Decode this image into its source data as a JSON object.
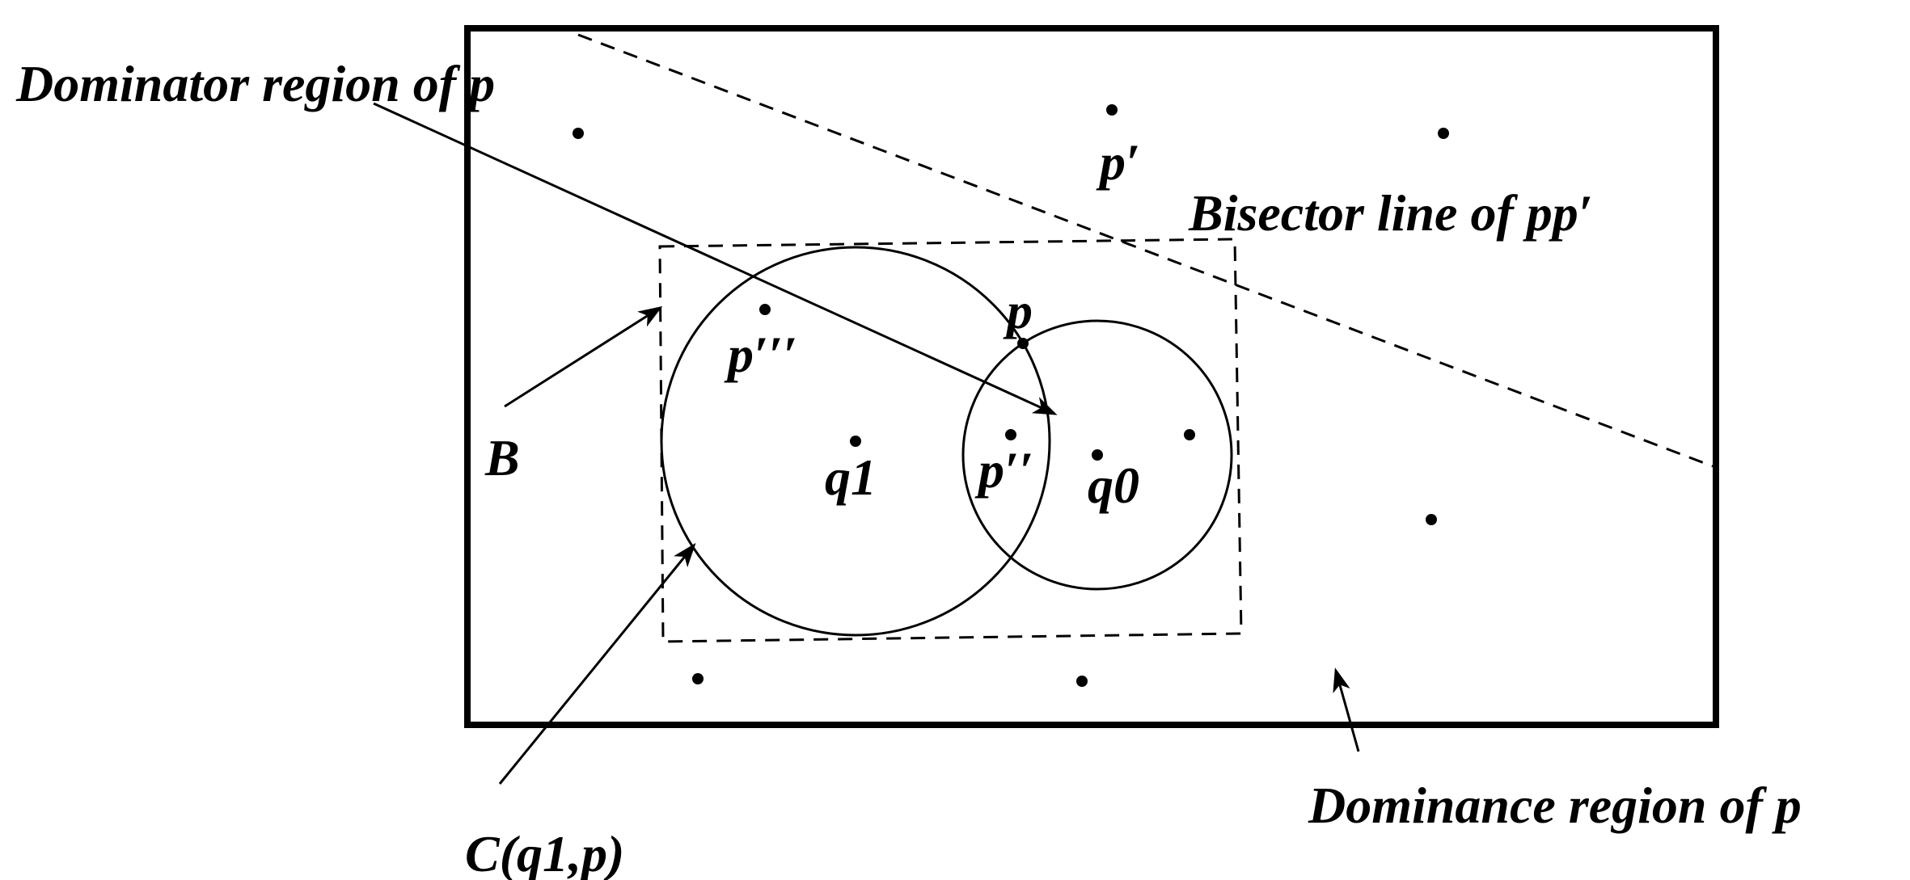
{
  "diagram": {
    "labels": {
      "dominator_region": "Dominator region of p",
      "bisector_line": "Bisector line of pp′",
      "dominance_region": "Dominance region of p",
      "bounding_box": "B",
      "circle": "C(q1,p)",
      "point_p": "p",
      "point_p_prime": "p′",
      "point_p_double_prime": "p′′",
      "point_p_triple_prime": "p′′′",
      "point_q0": "q0",
      "point_q1": "q1"
    },
    "colors": {
      "stroke": "#000000",
      "background": "#ffffff"
    }
  }
}
